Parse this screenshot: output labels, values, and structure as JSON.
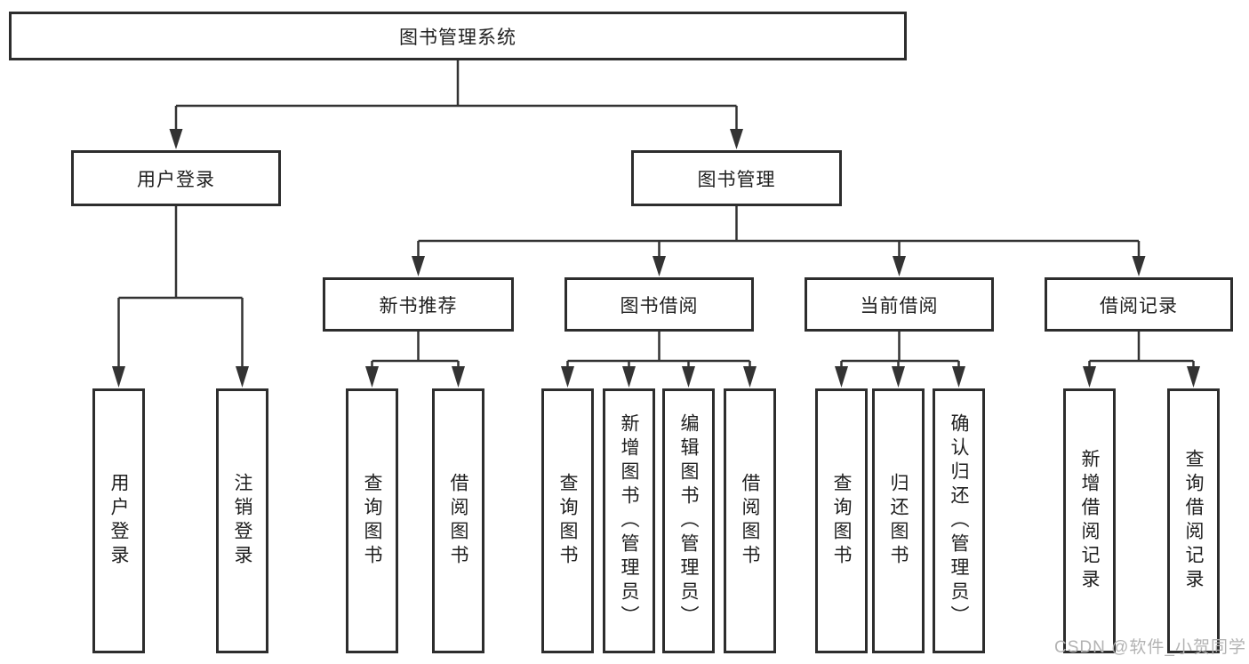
{
  "diagram": {
    "root": {
      "label": "图书管理系统"
    },
    "login": {
      "label": "用户登录",
      "children": [
        {
          "label": "用户登录"
        },
        {
          "label": "注销登录"
        }
      ]
    },
    "management": {
      "label": "图书管理",
      "sections": [
        {
          "label": "新书推荐",
          "children": [
            {
              "label": "查询图书"
            },
            {
              "label": "借阅图书"
            }
          ]
        },
        {
          "label": "图书借阅",
          "children": [
            {
              "label": "查询图书"
            },
            {
              "label": "新增图书（管理员）"
            },
            {
              "label": "编辑图书（管理员）"
            },
            {
              "label": "借阅图书"
            }
          ]
        },
        {
          "label": "当前借阅",
          "children": [
            {
              "label": "查询图书"
            },
            {
              "label": "归还图书"
            },
            {
              "label": "确认归还（管理员）"
            }
          ]
        },
        {
          "label": "借阅记录",
          "children": [
            {
              "label": "新增借阅记录"
            },
            {
              "label": "查询借阅记录"
            }
          ]
        }
      ]
    },
    "watermark": "CSDN @软件_小贺同学",
    "colors": {
      "line": "#333333",
      "box_border": "#2d2d2d",
      "box_fill": "#ffffff",
      "text": "#1f1f1f",
      "watermark": "#b3b3b3"
    }
  }
}
